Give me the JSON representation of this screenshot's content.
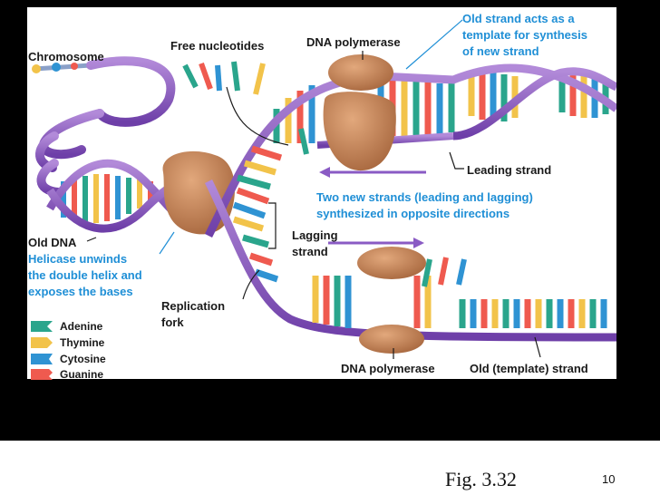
{
  "labels": {
    "chromosome": "Chromosome",
    "free_nucleotides": "Free nucleotides",
    "dna_polymerase_top": "DNA polymerase",
    "template_note_1": "Old strand acts as a",
    "template_note_2": "template for synthesis",
    "template_note_3": "of new strand",
    "leading_strand": "Leading strand",
    "opposite_1": "Two new strands (leading and lagging)",
    "opposite_2": "synthesized in opposite directions",
    "lagging_1": "Lagging",
    "lagging_2": "strand",
    "old_dna": "Old DNA",
    "helicase_1": "Helicase unwinds",
    "helicase_2": "the double helix and",
    "helicase_3": "exposes the bases",
    "replication_1": "Replication",
    "replication_2": "fork",
    "dna_polymerase_bottom": "DNA polymerase",
    "old_template_strand": "Old (template) strand"
  },
  "legend": [
    {
      "label": "Adenine",
      "color": "#2aa58c"
    },
    {
      "label": "Thymine",
      "color": "#f2c34a"
    },
    {
      "label": "Cytosine",
      "color": "#2f93d3"
    },
    {
      "label": "Guanine",
      "color": "#ef5a4f"
    }
  ],
  "colors": {
    "backbone": "#8a5bc4",
    "protein": "#c9875a",
    "annotation_text": "#1f8fd6"
  },
  "caption": "Fig. 3.32",
  "page_number": "10"
}
